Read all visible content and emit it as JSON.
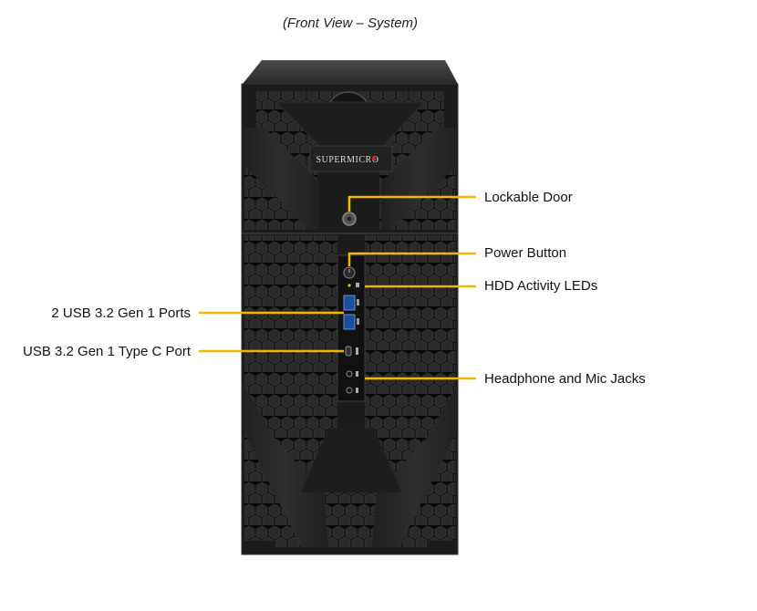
{
  "caption": "(Front View – System)",
  "brand_logo_text": "SUPERMICRO",
  "colors": {
    "callout_line": "#f5b800",
    "chassis": "#1b1b1b",
    "chassis_edge": "#2c2c2c",
    "logo_accent": "#d42020",
    "background": "#ffffff"
  },
  "callouts": {
    "right": [
      {
        "id": "lockable-door",
        "text": "Lockable Door"
      },
      {
        "id": "power-button",
        "text": "Power Button"
      },
      {
        "id": "hdd-activity-leds",
        "text": "HDD Activity LEDs"
      },
      {
        "id": "headphone-mic-jacks",
        "text": "Headphone and Mic Jacks"
      }
    ],
    "left": [
      {
        "id": "usb-ports",
        "text": "2 USB 3.2 Gen 1 Ports"
      },
      {
        "id": "usb-type-c",
        "text": "USB 3.2 Gen 1 Type C Port"
      }
    ]
  }
}
